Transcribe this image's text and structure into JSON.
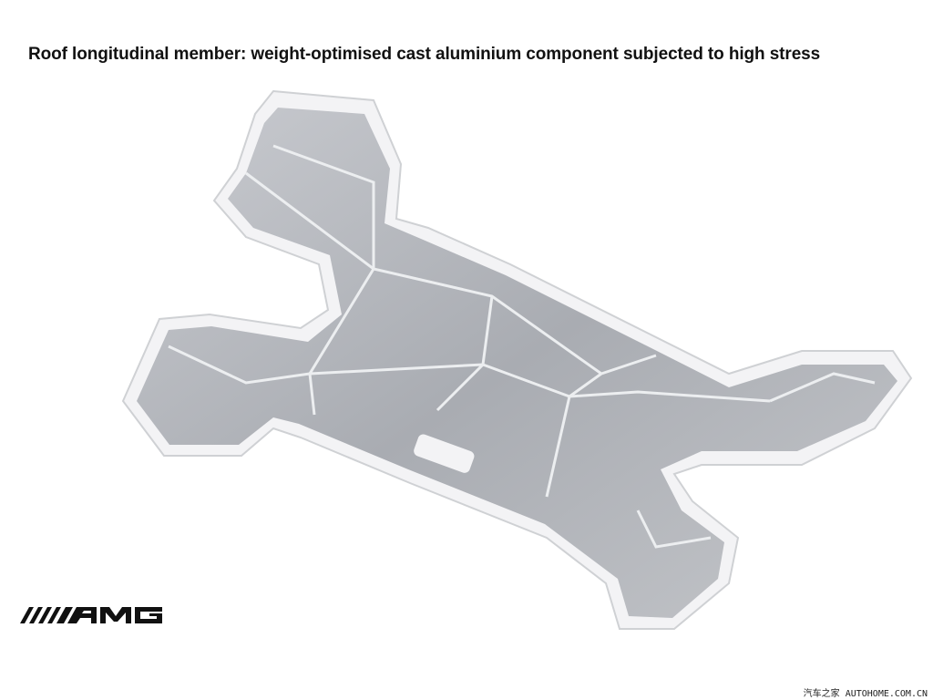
{
  "title": "Roof longitudinal member: weight-optimised cast aluminium component subjected to high stress",
  "logo": "AMG",
  "watermark": "汽车之家 AUTOHOME.COM.CN",
  "colors": {
    "rim": "#f3f3f5",
    "metal": "#b9bcc1",
    "shadow": "#8d9096",
    "rib": "#e8e9ec"
  }
}
